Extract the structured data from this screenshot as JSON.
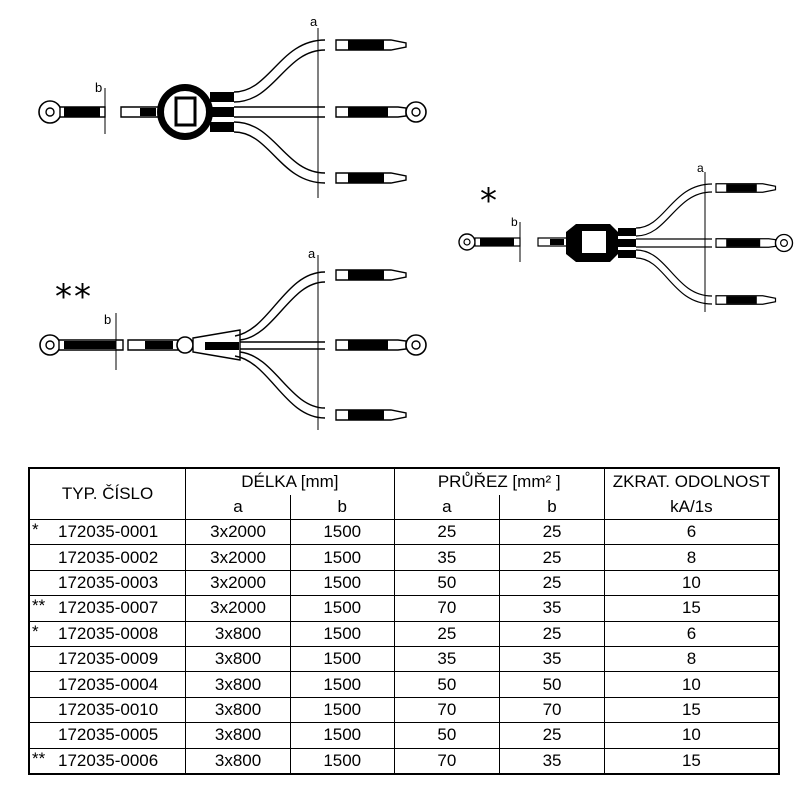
{
  "markers": {
    "single": "*",
    "double": "**"
  },
  "dimension_labels": {
    "a": "a",
    "b": "b"
  },
  "table": {
    "headers": {
      "type_number": "TYP. ČÍSLO",
      "length": "DÉLKA [mm]",
      "cross_section": "PRŮŘEZ [mm² ]",
      "short_circuit": "ZKRAT. ODOLNOST",
      "short_circuit_unit": "kA/1s",
      "a": "a",
      "b": "b"
    },
    "rows": [
      {
        "mark": "*",
        "code": "172035-0001",
        "length_a": "3x2000",
        "length_b": "1500",
        "section_a": "25",
        "section_b": "25",
        "resistance": "6"
      },
      {
        "mark": "",
        "code": "172035-0002",
        "length_a": "3x2000",
        "length_b": "1500",
        "section_a": "35",
        "section_b": "25",
        "resistance": "8"
      },
      {
        "mark": "",
        "code": "172035-0003",
        "length_a": "3x2000",
        "length_b": "1500",
        "section_a": "50",
        "section_b": "25",
        "resistance": "10"
      },
      {
        "mark": "**",
        "code": "172035-0007",
        "length_a": "3x2000",
        "length_b": "1500",
        "section_a": "70",
        "section_b": "35",
        "resistance": "15"
      },
      {
        "mark": "*",
        "code": "172035-0008",
        "length_a": "3x800",
        "length_b": "1500",
        "section_a": "25",
        "section_b": "25",
        "resistance": "6"
      },
      {
        "mark": "",
        "code": "172035-0009",
        "length_a": "3x800",
        "length_b": "1500",
        "section_a": "35",
        "section_b": "35",
        "resistance": "8"
      },
      {
        "mark": "",
        "code": "172035-0004",
        "length_a": "3x800",
        "length_b": "1500",
        "section_a": "50",
        "section_b": "50",
        "resistance": "10"
      },
      {
        "mark": "",
        "code": "172035-0010",
        "length_a": "3x800",
        "length_b": "1500",
        "section_a": "70",
        "section_b": "70",
        "resistance": "15"
      },
      {
        "mark": "",
        "code": "172035-0005",
        "length_a": "3x800",
        "length_b": "1500",
        "section_a": "50",
        "section_b": "25",
        "resistance": "10"
      },
      {
        "mark": "**",
        "code": "172035-0006",
        "length_a": "3x800",
        "length_b": "1500",
        "section_a": "70",
        "section_b": "35",
        "resistance": "15"
      }
    ]
  }
}
